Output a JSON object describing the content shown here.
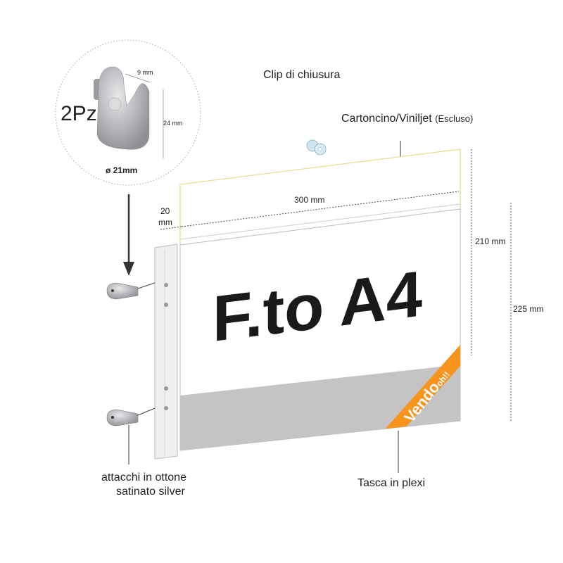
{
  "detail": {
    "quantity": "2Pz",
    "width": "9 mm",
    "height": "24 mm",
    "diameter": "ø 21mm"
  },
  "labels": {
    "clip": "Clip di chiusura",
    "card": "Cartoncino/Viniljet",
    "card_note": "(Escluso)",
    "fittings_line1": "attacchi in ottone",
    "fittings_line2": "satinato silver",
    "pocket": "Tasca in plexi"
  },
  "dimensions": {
    "width": "300 mm",
    "margin_top": "20",
    "margin_unit": "mm",
    "card_height": "210 mm",
    "total_height": "225 mm"
  },
  "panel": {
    "format_text": "F.to A4"
  },
  "logo": {
    "text": "Vendooh!!",
    "color": "#f7941d"
  },
  "colors": {
    "orange": "#f7941d",
    "gray_band": "#c4c4c4",
    "yellow_outline": "#e6dc8c"
  }
}
